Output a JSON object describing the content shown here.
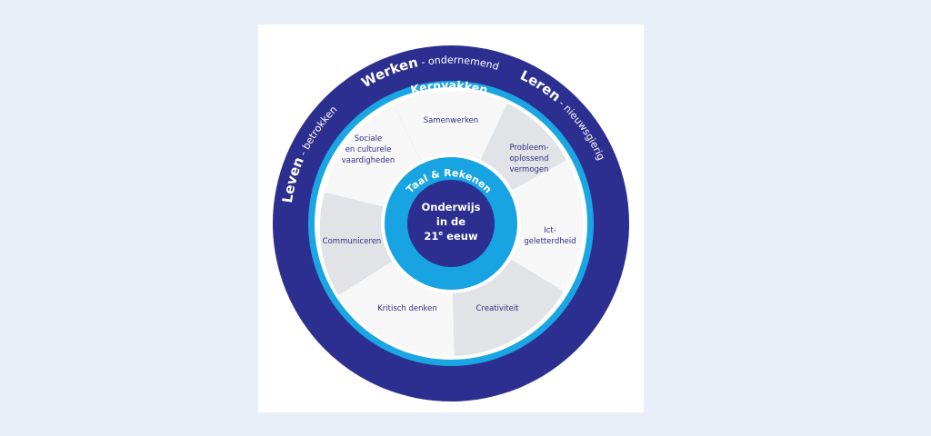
{
  "outer_ring": {
    "werken": {
      "bold": "Werken",
      "rest": " - ondernemend"
    },
    "leven": {
      "bold": "Leven",
      "rest": " - betrokken"
    },
    "leren": {
      "bold": "Leren",
      "rest": " - nieuwsgierig"
    }
  },
  "middle_ring": {
    "label": "Kernvakken"
  },
  "inner_ring": {
    "label": "Taal & Rekenen"
  },
  "center": {
    "line1": "Onderwijs",
    "line2": "in de",
    "line3_base": "21",
    "line3_sup": "e",
    "line3_rest": " eeuw"
  },
  "segments": {
    "samenwerken": "Samenwerken",
    "probleem_1": "Probleem-",
    "probleem_2": "oplossend",
    "probleem_3": "vermogen",
    "ict_1": "Ict-",
    "ict_2": "geletterdheid",
    "creativiteit": "Creativiteit",
    "kritisch": "Kritisch denken",
    "communiceren": "Communiceren",
    "sociale_1": "Sociale",
    "sociale_2": "en culturele",
    "sociale_3": "vaardigheden"
  },
  "colors": {
    "outer_ring": "#2c2f8f",
    "middle_ring": "#1aa5e3",
    "inner_ring": "#18a3e2",
    "center": "#2c2f8f",
    "segment_light": "#f7f7f8",
    "segment_dark": "#e2e3e6",
    "background": "#e9eff8"
  }
}
